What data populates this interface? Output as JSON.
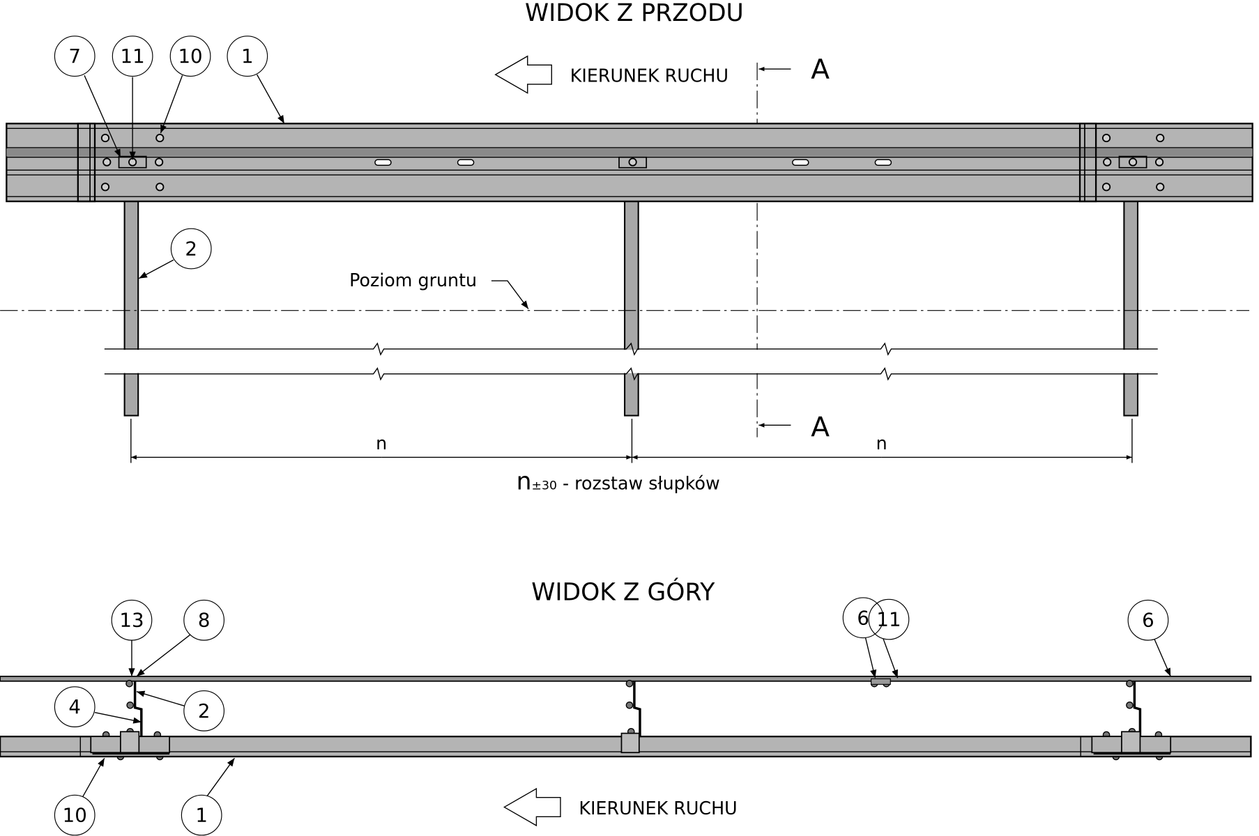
{
  "front_view": {
    "title": "WIDOK Z PRZODU",
    "direction_label": "KIERUNEK RUCHU",
    "section_mark_top": "A",
    "section_mark_bottom": "A",
    "ground_label": "Poziom gruntu",
    "dimension_left": "n",
    "dimension_right": "n",
    "spacing_symbol": "n",
    "spacing_tolerance": "±30",
    "spacing_caption": " - rozstaw słupków",
    "callouts": [
      "7",
      "11",
      "10",
      "1",
      "2"
    ]
  },
  "top_view": {
    "title": "WIDOK Z GÓRY",
    "direction_label": "KIERUNEK RUCHU",
    "callouts": [
      "13",
      "8",
      "4",
      "2",
      "10",
      "1",
      "6",
      "11",
      "6"
    ]
  }
}
